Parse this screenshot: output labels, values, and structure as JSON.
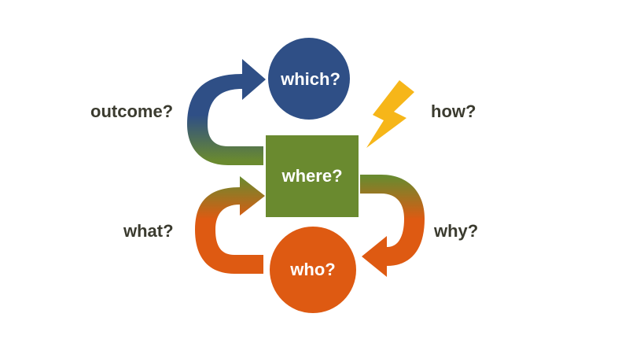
{
  "nodes": {
    "which": "which?",
    "where": "where?",
    "who": "who?"
  },
  "labels": {
    "outcome": "outcome?",
    "how": "how?",
    "what": "what?",
    "why": "why?"
  },
  "colors": {
    "blue": "#2f4f86",
    "green": "#6a8a2f",
    "orange": "#de5a12",
    "lightning": "#f6b619",
    "label_text": "#3b3b2f"
  },
  "icons": {
    "lightning": "lightning-bolt-icon"
  }
}
